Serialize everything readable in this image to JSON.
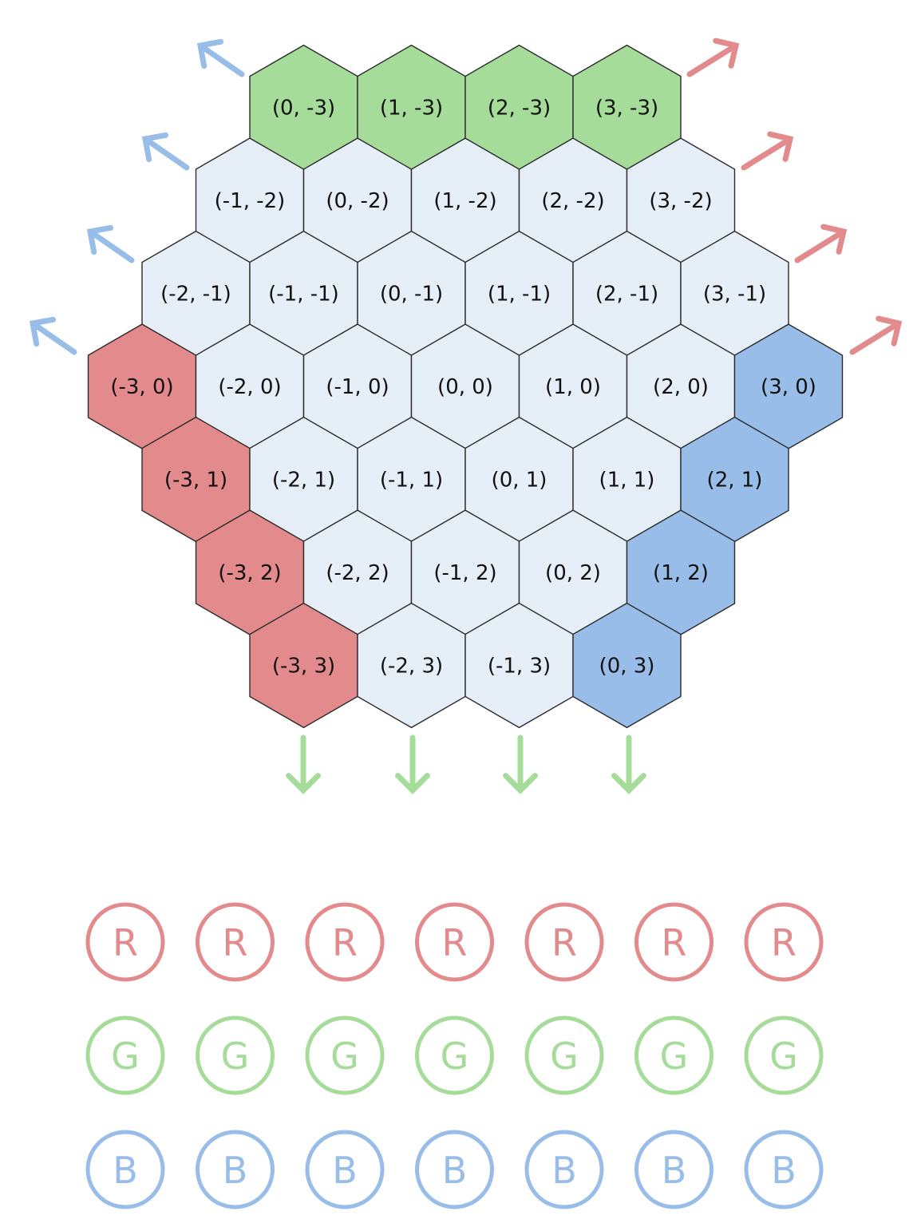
{
  "colors": {
    "neutral": "#e6eef8",
    "red": "#e38a8c",
    "green": "#a6dc9a",
    "blue": "#98bde8",
    "hex_stroke": "#2b2b2b",
    "arrow_red": "#e38a8c",
    "arrow_green": "#a6dc9a",
    "arrow_blue": "#98bde8",
    "token_red": "#e38a8c",
    "token_green": "#a6dc9a",
    "token_blue": "#98bde8"
  },
  "board": {
    "cells": [
      {
        "q": 0,
        "r": -3,
        "label": "(0, -3)",
        "color": "green"
      },
      {
        "q": 1,
        "r": -3,
        "label": "(1, -3)",
        "color": "green"
      },
      {
        "q": 2,
        "r": -3,
        "label": "(2, -3)",
        "color": "green"
      },
      {
        "q": 3,
        "r": -3,
        "label": "(3, -3)",
        "color": "green"
      },
      {
        "q": -1,
        "r": -2,
        "label": "(-1, -2)",
        "color": "neutral"
      },
      {
        "q": 0,
        "r": -2,
        "label": "(0, -2)",
        "color": "neutral"
      },
      {
        "q": 1,
        "r": -2,
        "label": "(1, -2)",
        "color": "neutral"
      },
      {
        "q": 2,
        "r": -2,
        "label": "(2, -2)",
        "color": "neutral"
      },
      {
        "q": 3,
        "r": -2,
        "label": "(3, -2)",
        "color": "neutral"
      },
      {
        "q": -2,
        "r": -1,
        "label": "(-2, -1)",
        "color": "neutral"
      },
      {
        "q": -1,
        "r": -1,
        "label": "(-1, -1)",
        "color": "neutral"
      },
      {
        "q": 0,
        "r": -1,
        "label": "(0, -1)",
        "color": "neutral"
      },
      {
        "q": 1,
        "r": -1,
        "label": "(1, -1)",
        "color": "neutral"
      },
      {
        "q": 2,
        "r": -1,
        "label": "(2, -1)",
        "color": "neutral"
      },
      {
        "q": 3,
        "r": -1,
        "label": "(3, -1)",
        "color": "neutral"
      },
      {
        "q": -3,
        "r": 0,
        "label": "(-3, 0)",
        "color": "red"
      },
      {
        "q": -2,
        "r": 0,
        "label": "(-2, 0)",
        "color": "neutral"
      },
      {
        "q": -1,
        "r": 0,
        "label": "(-1, 0)",
        "color": "neutral"
      },
      {
        "q": 0,
        "r": 0,
        "label": "(0, 0)",
        "color": "neutral"
      },
      {
        "q": 1,
        "r": 0,
        "label": "(1, 0)",
        "color": "neutral"
      },
      {
        "q": 2,
        "r": 0,
        "label": "(2, 0)",
        "color": "neutral"
      },
      {
        "q": 3,
        "r": 0,
        "label": "(3, 0)",
        "color": "blue"
      },
      {
        "q": -3,
        "r": 1,
        "label": "(-3, 1)",
        "color": "red"
      },
      {
        "q": -2,
        "r": 1,
        "label": "(-2, 1)",
        "color": "neutral"
      },
      {
        "q": -1,
        "r": 1,
        "label": "(-1, 1)",
        "color": "neutral"
      },
      {
        "q": 0,
        "r": 1,
        "label": "(0, 1)",
        "color": "neutral"
      },
      {
        "q": 1,
        "r": 1,
        "label": "(1, 1)",
        "color": "neutral"
      },
      {
        "q": 2,
        "r": 1,
        "label": "(2, 1)",
        "color": "blue"
      },
      {
        "q": -3,
        "r": 2,
        "label": "(-3, 2)",
        "color": "red"
      },
      {
        "q": -2,
        "r": 2,
        "label": "(-2, 2)",
        "color": "neutral"
      },
      {
        "q": -1,
        "r": 2,
        "label": "(-1, 2)",
        "color": "neutral"
      },
      {
        "q": 0,
        "r": 2,
        "label": "(0, 2)",
        "color": "neutral"
      },
      {
        "q": 1,
        "r": 2,
        "label": "(1, 2)",
        "color": "blue"
      },
      {
        "q": -3,
        "r": 3,
        "label": "(-3, 3)",
        "color": "red"
      },
      {
        "q": -2,
        "r": 3,
        "label": "(-2, 3)",
        "color": "neutral"
      },
      {
        "q": -1,
        "r": 3,
        "label": "(-1, 3)",
        "color": "neutral"
      },
      {
        "q": 0,
        "r": 3,
        "label": "(0, 3)",
        "color": "blue"
      }
    ]
  },
  "arrows": {
    "blue_up_left": {
      "color": "arrow_blue",
      "icon": "arrow-up-left-icon",
      "count": 4
    },
    "red_up_right": {
      "color": "arrow_red",
      "icon": "arrow-up-right-icon",
      "count": 4
    },
    "green_down": {
      "color": "arrow_green",
      "icon": "arrow-down-icon",
      "count": 4
    }
  },
  "tokens": {
    "red": {
      "letter": "R",
      "count": 7,
      "color": "token_red"
    },
    "green": {
      "letter": "G",
      "count": 7,
      "color": "token_green"
    },
    "blue": {
      "letter": "B",
      "count": 7,
      "color": "token_blue"
    }
  }
}
